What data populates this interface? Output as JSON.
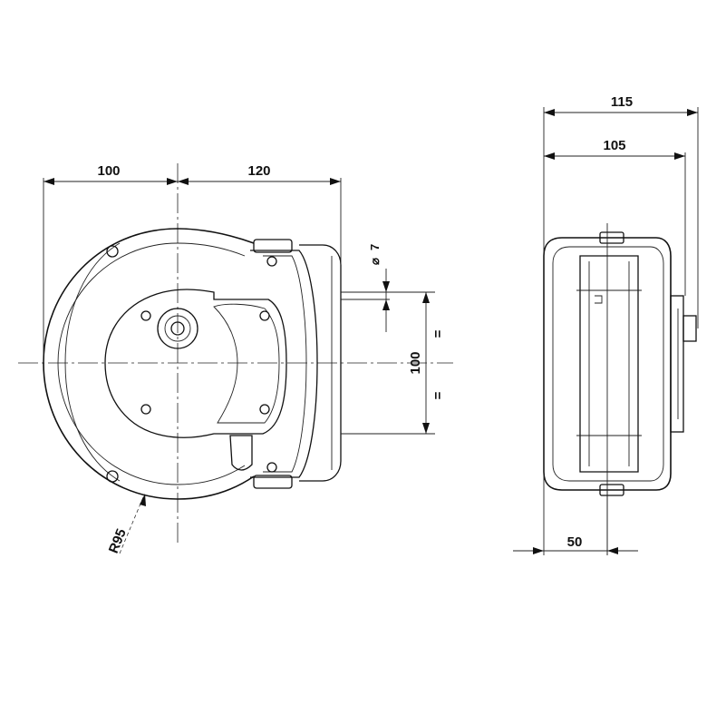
{
  "front_view": {
    "dim_left_width": "100",
    "dim_right_width": "120",
    "dim_mount_spacing": "100",
    "dim_hole_diameter": "7",
    "diameter_symbol": "⌀",
    "dim_radius": "R95",
    "equal_mark": "="
  },
  "side_view": {
    "dim_overall_depth": "115",
    "dim_body_depth": "105",
    "dim_offset": "50"
  }
}
